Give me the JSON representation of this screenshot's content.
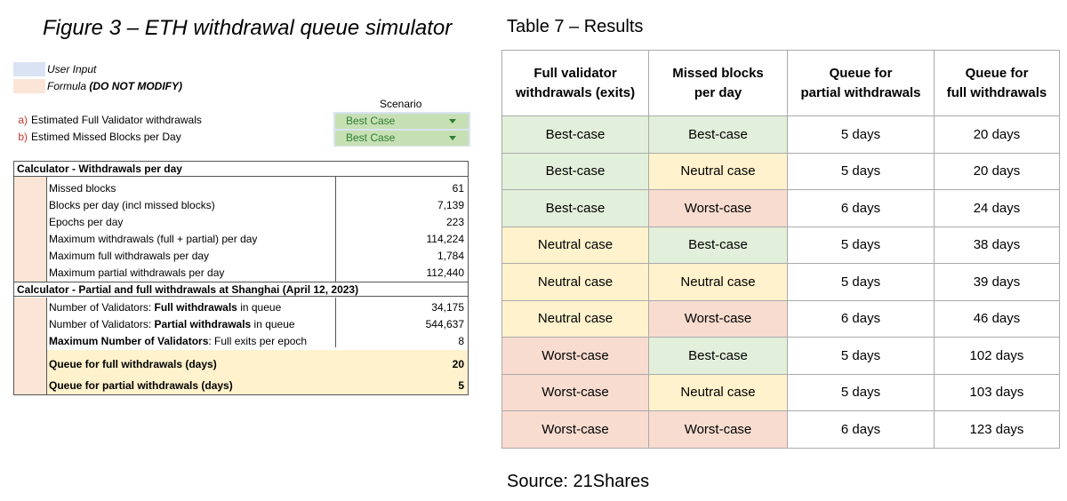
{
  "figure": {
    "title": "Figure 3 – ETH withdrawal queue simulator",
    "legend": {
      "user_input": "User Input",
      "formula": "Formula",
      "formula_note": "(DO NOT MODIFY)"
    },
    "scenario_header": "Scenario",
    "inputs": [
      {
        "letter": "a)",
        "label": "Estimated Full Validator withdrawals",
        "value": "Best Case"
      },
      {
        "letter": "b)",
        "label": "Estimed Missed Blocks per Day",
        "value": "Best Case"
      }
    ],
    "section1": {
      "title": "Calculator - Withdrawals per day",
      "rows": [
        {
          "label": "Missed blocks",
          "value": "61"
        },
        {
          "label": "Blocks per day (incl missed blocks)",
          "value": "7,139"
        },
        {
          "label": "Epochs per day",
          "value": "223"
        },
        {
          "label": "Maximum withdrawals (full + partial) per day",
          "value": "114,224"
        },
        {
          "label": "Maximum full withdrawals per day",
          "value": "1,784"
        },
        {
          "label": "Maximum partial withdrawals per day",
          "value": "112,440"
        }
      ]
    },
    "section2": {
      "title": "Calculator - Partial and full withdrawals at Shanghai (April 12, 2023)",
      "rows": [
        {
          "pre": "Number of Validators: ",
          "bold": "Full withdrawals",
          "post": " in queue",
          "value": "34,175"
        },
        {
          "pre": "Number of Validators: ",
          "bold": "Partial withdrawals",
          "post": " in queue",
          "value": "544,637"
        },
        {
          "pre": "",
          "bold": "Maximum Number of Validators",
          "post": ": Full exits per epoch",
          "value": "8"
        }
      ],
      "results": [
        {
          "label": "Queue for full withdrawals (days)",
          "value": "20"
        },
        {
          "label": "Queue for partial withdrawals (days)",
          "value": "5"
        }
      ]
    },
    "colors": {
      "user_input": "#dae3f3",
      "formula": "#fbe5d6",
      "dropdown": "#c6e0b4",
      "highlight": "#fff2cc"
    }
  },
  "table": {
    "title": "Table 7 – Results",
    "headers": [
      [
        "Full validator",
        "withdrawals (exits)"
      ],
      [
        "Missed blocks",
        "per day"
      ],
      [
        "Queue for",
        "partial withdrawals"
      ],
      [
        "Queue for",
        "full withdrawals"
      ]
    ],
    "rows": [
      {
        "full": "Best-case",
        "fc": "g",
        "missed": "Best-case",
        "mc": "g",
        "partial": "5 days",
        "fullq": "20 days"
      },
      {
        "full": "Best-case",
        "fc": "g",
        "missed": "Neutral case",
        "mc": "y",
        "partial": "5 days",
        "fullq": "20 days"
      },
      {
        "full": "Best-case",
        "fc": "g",
        "missed": "Worst-case",
        "mc": "p",
        "partial": "6 days",
        "fullq": "24 days"
      },
      {
        "full": "Neutral case",
        "fc": "y",
        "missed": "Best-case",
        "mc": "g",
        "partial": "5 days",
        "fullq": "38 days"
      },
      {
        "full": "Neutral case",
        "fc": "y",
        "missed": "Neutral case",
        "mc": "y",
        "partial": "5 days",
        "fullq": "39 days"
      },
      {
        "full": "Neutral case",
        "fc": "y",
        "missed": "Worst-case",
        "mc": "p",
        "partial": "6 days",
        "fullq": "46 days"
      },
      {
        "full": "Worst-case",
        "fc": "p",
        "missed": "Best-case",
        "mc": "g",
        "partial": "5 days",
        "fullq": "102 days"
      },
      {
        "full": "Worst-case",
        "fc": "p",
        "missed": "Neutral case",
        "mc": "y",
        "partial": "5 days",
        "fullq": "103 days"
      },
      {
        "full": "Worst-case",
        "fc": "p",
        "missed": "Worst-case",
        "mc": "p",
        "partial": "6 days",
        "fullq": "123 days"
      }
    ],
    "colors": {
      "best": "#e2efda",
      "neutral": "#fff2cc",
      "worst": "#f8dcd0"
    }
  },
  "source": "Source: 21Shares"
}
